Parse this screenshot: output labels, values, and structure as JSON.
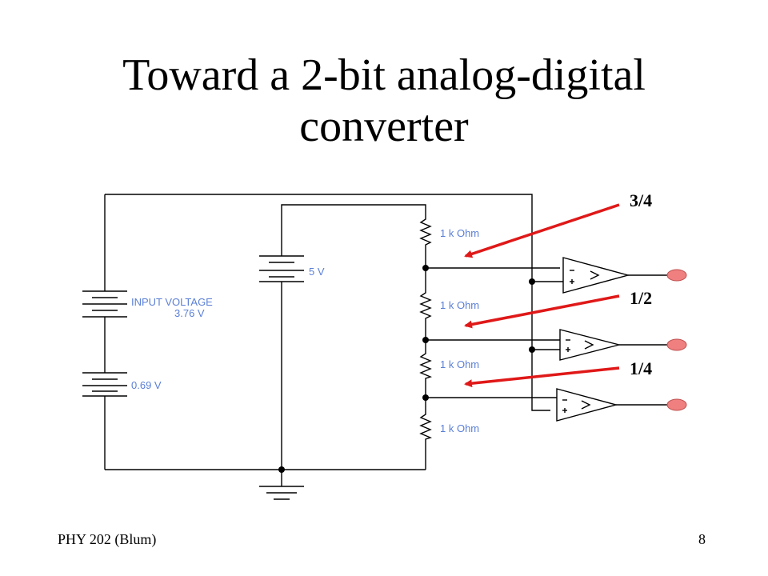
{
  "title": {
    "line1": "Toward a 2-bit analog-digital",
    "line2": "converter"
  },
  "labels": {
    "r1": "1 k Ohm",
    "r2": "1 k Ohm",
    "r3": "1 k Ohm",
    "r4": "1 k Ohm",
    "supply": "5 V",
    "input_line1": "INPUT VOLTAGE",
    "input_line2": "3.76 V",
    "offset": "0.69 V"
  },
  "fractions": {
    "top": "3/4",
    "mid": "1/2",
    "low": "1/4"
  },
  "footer": {
    "course": "PHY 202 (Blum)",
    "page": "8"
  },
  "colors": {
    "wire": "#000000",
    "label": "#5b7fd6",
    "arrow": "#e01818",
    "led": "#f08080"
  }
}
